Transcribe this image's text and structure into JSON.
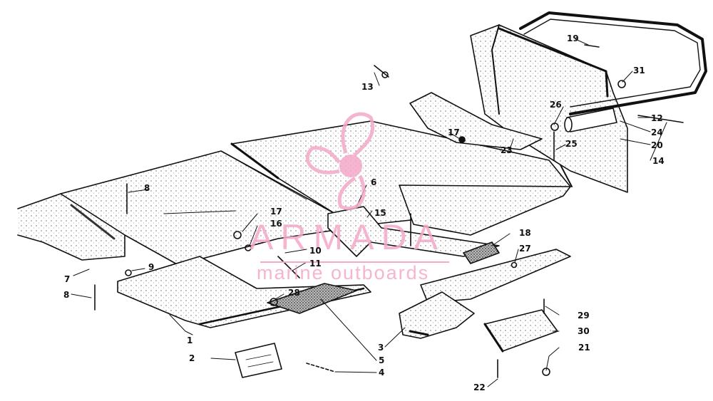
{
  "watermark": {
    "brand": "ARMADA",
    "tagline": "marine outboards",
    "color": "#f4a9c8"
  },
  "callouts": [
    {
      "id": "c1",
      "label": "1"
    },
    {
      "id": "c2",
      "label": "2"
    },
    {
      "id": "c3",
      "label": "3"
    },
    {
      "id": "c4",
      "label": "4"
    },
    {
      "id": "c5",
      "label": "5"
    },
    {
      "id": "c6",
      "label": "6"
    },
    {
      "id": "c7",
      "label": "7"
    },
    {
      "id": "c8a",
      "label": "8"
    },
    {
      "id": "c8b",
      "label": "8"
    },
    {
      "id": "c9",
      "label": "9"
    },
    {
      "id": "c10",
      "label": "10"
    },
    {
      "id": "c11",
      "label": "11"
    },
    {
      "id": "c12",
      "label": "12"
    },
    {
      "id": "c13",
      "label": "13"
    },
    {
      "id": "c14",
      "label": "14"
    },
    {
      "id": "c15",
      "label": "15"
    },
    {
      "id": "c16",
      "label": "16"
    },
    {
      "id": "c17a",
      "label": "17"
    },
    {
      "id": "c17b",
      "label": "17"
    },
    {
      "id": "c18",
      "label": "18"
    },
    {
      "id": "c19",
      "label": "19"
    },
    {
      "id": "c20",
      "label": "20"
    },
    {
      "id": "c21",
      "label": "21"
    },
    {
      "id": "c22",
      "label": "22"
    },
    {
      "id": "c23",
      "label": "23"
    },
    {
      "id": "c24",
      "label": "24"
    },
    {
      "id": "c25",
      "label": "25"
    },
    {
      "id": "c26",
      "label": "26"
    },
    {
      "id": "c27",
      "label": "27"
    },
    {
      "id": "c28",
      "label": "28"
    },
    {
      "id": "c29",
      "label": "29"
    },
    {
      "id": "c30",
      "label": "30"
    },
    {
      "id": "c31",
      "label": "31"
    }
  ]
}
